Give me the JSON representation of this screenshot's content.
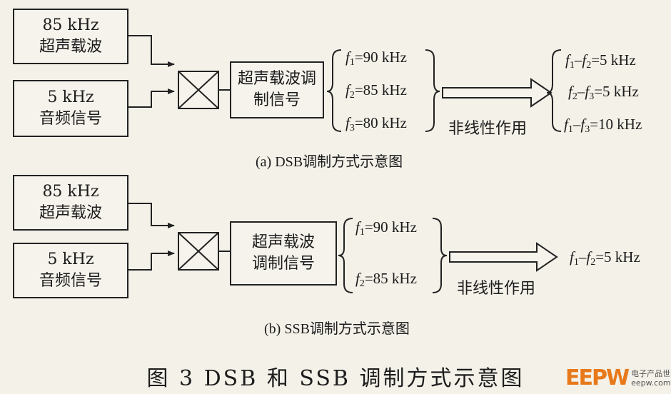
{
  "diagram_a": {
    "carrier_box": {
      "line1": "85 kHz",
      "line2": "超声载波"
    },
    "audio_box": {
      "line1": "5 kHz",
      "line2": "音频信号"
    },
    "modulated_box": {
      "line1": "超声载波调",
      "line2": "制信号"
    },
    "freqs": [
      {
        "f": "f",
        "sub": "1",
        "rest": "=90 kHz"
      },
      {
        "f": "f",
        "sub": "2",
        "rest": "=85 kHz"
      },
      {
        "f": "f",
        "sub": "3",
        "rest": "=80 kHz"
      }
    ],
    "nonlinear_label": "非线性作用",
    "results": [
      {
        "a": "f",
        "as": "1",
        "b": "f",
        "bs": "2",
        "rest": "=5 kHz"
      },
      {
        "a": "f",
        "as": "2",
        "b": "f",
        "bs": "3",
        "rest": "=5 kHz"
      },
      {
        "a": "f",
        "as": "1",
        "b": "f",
        "bs": "3",
        "rest": "=10 kHz"
      }
    ],
    "caption": "(a) DSB调制方式示意图"
  },
  "diagram_b": {
    "carrier_box": {
      "line1": "85 kHz",
      "line2": "超声载波"
    },
    "audio_box": {
      "line1": "5 kHz",
      "line2": "音频信号"
    },
    "modulated_box": {
      "line1": "超声载波",
      "line2": "调制信号"
    },
    "freqs": [
      {
        "f": "f",
        "sub": "1",
        "rest": "=90 kHz"
      },
      {
        "f": "f",
        "sub": "2",
        "rest": "=85 kHz"
      }
    ],
    "nonlinear_label": "非线性作用",
    "results": [
      {
        "a": "f",
        "as": "1",
        "b": "f",
        "bs": "2",
        "rest": "=5 kHz"
      }
    ],
    "caption": "(b) SSB调制方式示意图"
  },
  "figure_title": "图 3   DSB 和 SSB 调制方式示意图",
  "logo": {
    "mark": "EEPW",
    "line1": "电子产品世界",
    "line2": "eepw.com.cn"
  }
}
